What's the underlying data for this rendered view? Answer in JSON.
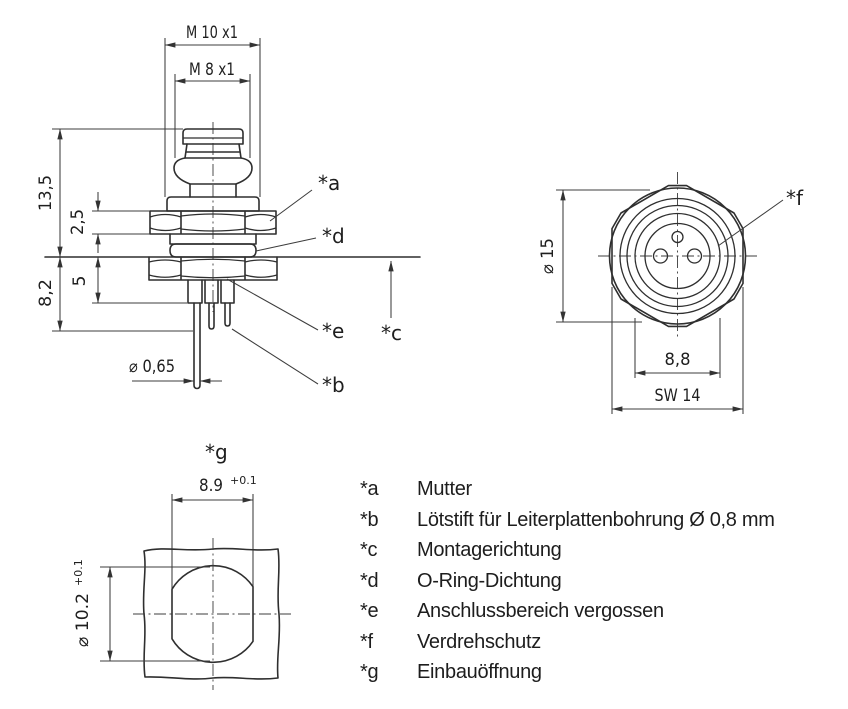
{
  "side_view": {
    "thread_outer": "M 10 x1",
    "thread_inner": "M 8 x1",
    "height_total": "13,5",
    "nut_height": "2,5",
    "depth_body": "5",
    "depth_total": "8,2",
    "pin_diameter": "⌀ 0,65",
    "callout_a": "*a",
    "callout_b": "*b",
    "callout_c": "*c",
    "callout_d": "*d",
    "callout_e": "*e"
  },
  "front_view": {
    "diameter": "⌀ 15",
    "face_width": "8,8",
    "wrench_size": "SW 14",
    "callout_f": "*f"
  },
  "cutout_view": {
    "callout_g": "*g",
    "width": "8.9",
    "width_tol": "+0.1",
    "hole_diameter": "⌀ 10.2",
    "hole_diameter_tol": "+0.1"
  },
  "legend": {
    "items": [
      {
        "key": "*a",
        "label": "Mutter"
      },
      {
        "key": "*b",
        "label": "Lötstift für Leiterplattenbohrung Ø 0,8 mm"
      },
      {
        "key": "*c",
        "label": "Montagerichtung"
      },
      {
        "key": "*d",
        "label": "O-Ring-Dichtung"
      },
      {
        "key": "*e",
        "label": "Anschlussbereich vergossen"
      },
      {
        "key": "*f",
        "label": "Verdrehschutz"
      },
      {
        "key": "*g",
        "label": "Einbauöffnung"
      }
    ]
  }
}
